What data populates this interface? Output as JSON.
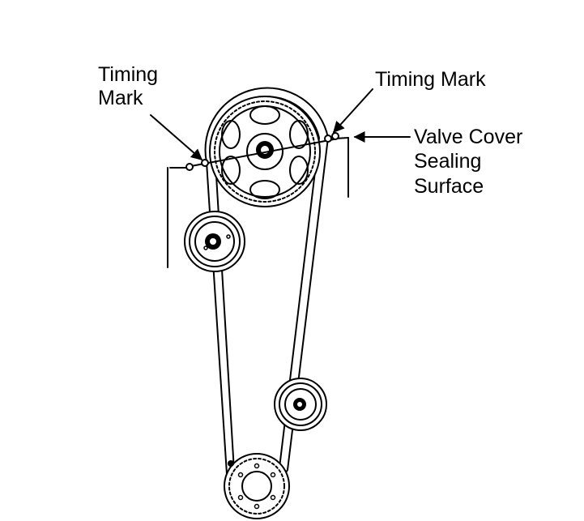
{
  "labels": {
    "timing_mark_left_line1": "Timing",
    "timing_mark_left_line2": "Mark",
    "timing_mark_right": "Timing Mark",
    "valve_cover_line1": "Valve Cover",
    "valve_cover_line2": "Sealing",
    "valve_cover_line3": "Surface"
  }
}
